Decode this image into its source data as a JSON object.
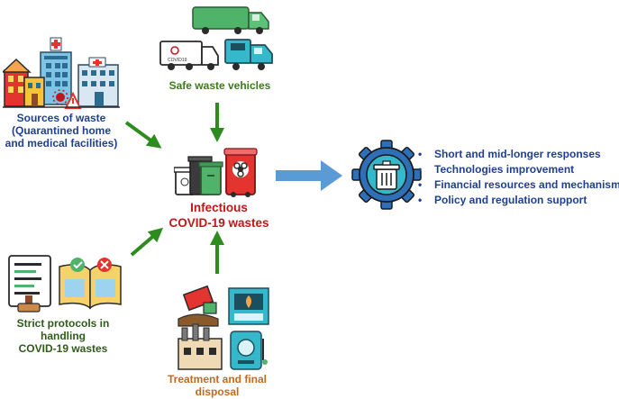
{
  "nodes": {
    "sources": {
      "title": "Sources of waste",
      "line2": "(Quarantined home",
      "line3": "and medical facilities)",
      "icon": "city-hospital-icon"
    },
    "vehicles": {
      "title": "Safe waste vehicles",
      "icon": "garbage-trucks-icon",
      "truck_label": "COVID19"
    },
    "center": {
      "line1": "Infectious",
      "line2": "COVID-19 wastes",
      "icon": "waste-bins-biohazard-icon"
    },
    "protocols": {
      "line1": "Strict protocols in handling",
      "line2": "COVID-19 wastes",
      "icon": "checklist-protocol-icon"
    },
    "treatment": {
      "line1": "Treatment and final",
      "line2": "disposal",
      "icon": "disposal-facilities-icon"
    },
    "responses": {
      "icon": "gear-trash-bin-icon",
      "items": [
        "Short and mid-longer responses",
        "Technologies improvement",
        "Financial resources and mechanisms",
        "Policy and regulation support"
      ]
    }
  },
  "colors": {
    "arrow_green": "#2e8b1e",
    "arrow_blue": "#5b9bd5",
    "text_blue": "#1f3f8f",
    "text_red": "#c0161b",
    "text_green": "#3d7a1a",
    "text_orange": "#c46a1a"
  }
}
